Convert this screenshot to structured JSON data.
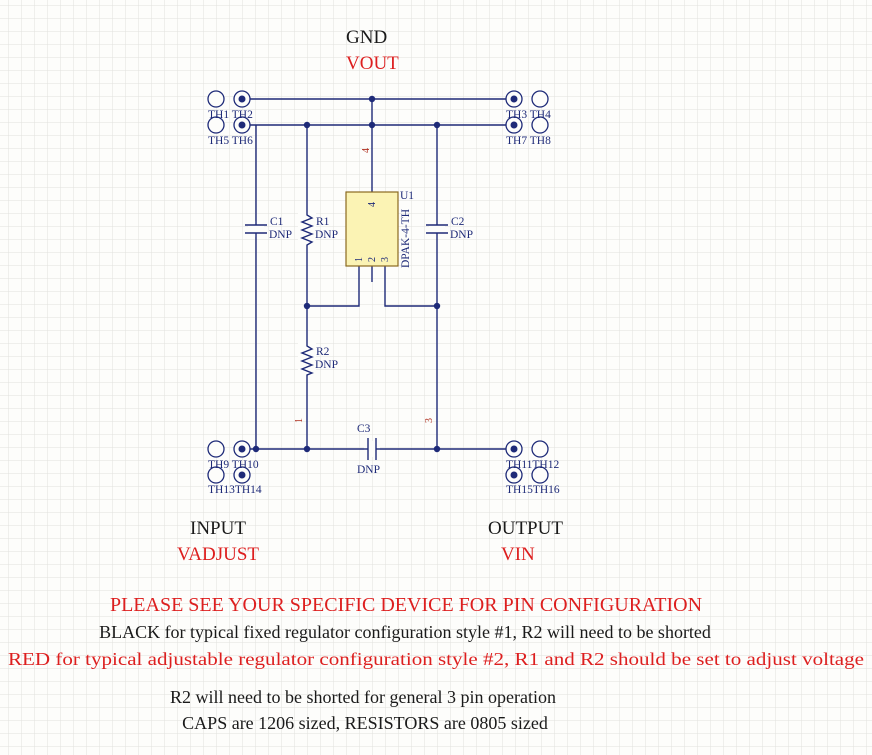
{
  "colors": {
    "background": "#fdfdfb",
    "grid": "#e1e1de",
    "wire": "#1e2a78",
    "label_black": "#1a1a1a",
    "label_red": "#dd1f1f",
    "body_fill": "#fbf3b4",
    "body_stroke": "#8a6a20",
    "pin_number": "#b03020"
  },
  "net_labels": {
    "gnd": "GND",
    "vout": "VOUT",
    "input": "INPUT",
    "vadjust": "VADJUST",
    "output": "OUTPUT",
    "vin": "VIN"
  },
  "test_points": {
    "top_left_row1": "TH1 TH2",
    "top_left_row2": "TH5 TH6",
    "top_right_row1": "TH3 TH4",
    "top_right_row2": "TH7 TH8",
    "bottom_left_row1": "TH9 TH10",
    "bottom_left_row2": "TH13TH14",
    "bottom_right_row1": "TH11TH12",
    "bottom_right_row2": "TH15TH16"
  },
  "components": {
    "c1": {
      "ref": "C1",
      "value": "DNP"
    },
    "r1": {
      "ref": "R1",
      "value": "DNP"
    },
    "c2": {
      "ref": "C2",
      "value": "DNP"
    },
    "r2": {
      "ref": "R2",
      "value": "DNP"
    },
    "c3": {
      "ref": "C3",
      "value": "DNP"
    },
    "u1": {
      "ref": "U1",
      "package": "DPAK-4-TH",
      "tab_pin": "4",
      "pins": [
        "1",
        "2",
        "3"
      ]
    }
  },
  "pin_numbers": {
    "top": "4",
    "left": "1",
    "right": "3"
  },
  "notes": {
    "warning": "PLEASE SEE YOUR SPECIFIC DEVICE FOR PIN CONFIGURATION",
    "black_style": "BLACK for typical fixed regulator configuration style #1, R2 will need to be shorted",
    "red_style": "RED for typical adjustable regulator configuration style #2, R1 and R2 should be set to adjust voltage",
    "r2_short": "R2 will need to be shorted for general 3 pin operation",
    "sizes": "CAPS are 1206 sized, RESISTORS are 0805 sized"
  }
}
